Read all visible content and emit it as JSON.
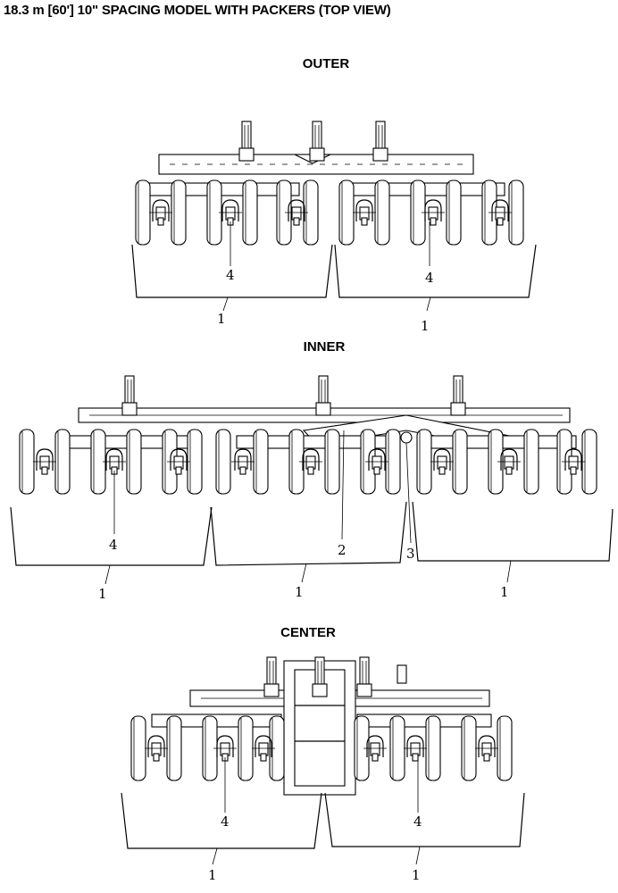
{
  "title": "18.3 m [60'] 10\" SPACING MODEL WITH PACKERS (TOP VIEW)",
  "sections": {
    "outer": {
      "label": "OUTER",
      "callouts": {
        "left_4": "4",
        "right_4": "4",
        "left_1": "1",
        "right_1": "1"
      }
    },
    "inner": {
      "label": "INNER",
      "callouts": {
        "a_4": "4",
        "b_2": "2",
        "c_3": "3",
        "left_1": "1",
        "mid_1": "1",
        "right_1": "1"
      }
    },
    "center": {
      "label": "CENTER",
      "callouts": {
        "left_4": "4",
        "right_4": "4",
        "left_1": "1",
        "right_1": "1"
      }
    }
  }
}
